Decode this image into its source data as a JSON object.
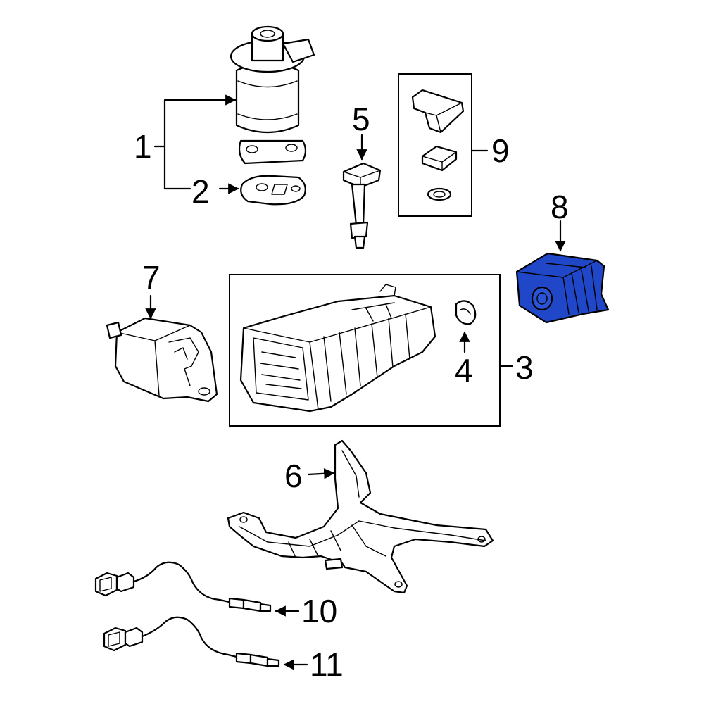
{
  "callouts": {
    "c1": "1",
    "c2": "2",
    "c3": "3",
    "c4": "4",
    "c5": "5",
    "c6": "6",
    "c7": "7",
    "c8": "8",
    "c9": "9",
    "c10": "10",
    "c11": "11"
  },
  "highlight": {
    "part": "8",
    "color": "#1f47c8"
  }
}
